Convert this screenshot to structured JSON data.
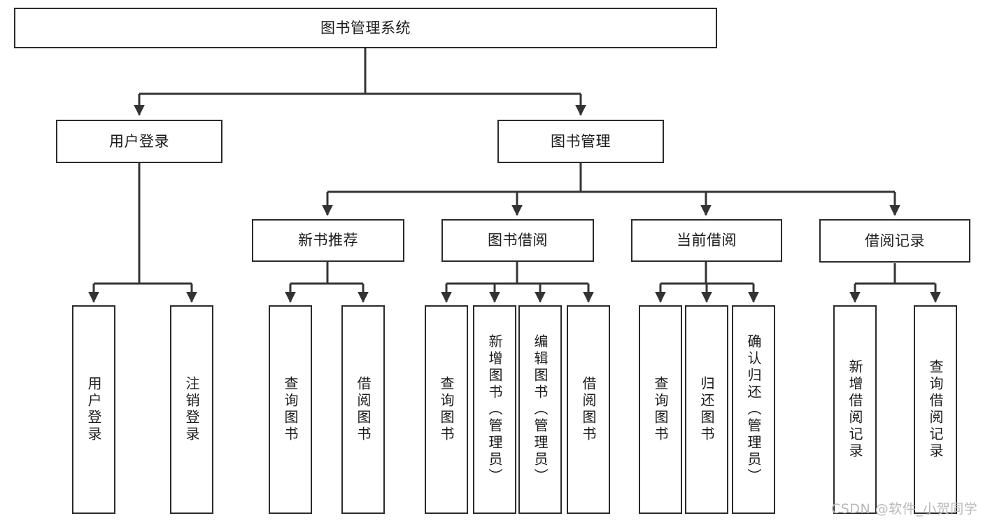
{
  "diagram": {
    "type": "tree-hierarchy-diagram",
    "title": "图书管理系统",
    "watermark": "CSDN @软件_小贺同学",
    "colors": {
      "box_border": "#2b2b2b",
      "box_fill": "#ffffff",
      "connector": "#333333",
      "text": "#1b1b1b",
      "watermark": "#b9b9b9",
      "background": "#ffffff"
    },
    "root": {
      "label": "图书管理系统",
      "orientation": "horizontal"
    },
    "level2": [
      {
        "label": "用户登录",
        "orientation": "horizontal"
      },
      {
        "label": "图书管理",
        "orientation": "horizontal"
      }
    ],
    "level3": [
      {
        "label": "新书推荐",
        "orientation": "horizontal"
      },
      {
        "label": "图书借阅",
        "orientation": "horizontal"
      },
      {
        "label": "当前借阅",
        "orientation": "horizontal"
      },
      {
        "label": "借阅记录",
        "orientation": "horizontal"
      }
    ],
    "leaves": {
      "user_login": [
        {
          "label": "用户登录",
          "orientation": "vertical"
        },
        {
          "label": "注销登录",
          "orientation": "vertical"
        }
      ],
      "new_book_recommend": [
        {
          "label": "查询图书",
          "orientation": "vertical"
        },
        {
          "label": "借阅图书",
          "orientation": "vertical"
        }
      ],
      "book_borrow": [
        {
          "label": "查询图书",
          "orientation": "vertical"
        },
        {
          "label": "新增图书（管理员）",
          "orientation": "vertical"
        },
        {
          "label": "编辑图书（管理员）",
          "orientation": "vertical"
        },
        {
          "label": "借阅图书",
          "orientation": "vertical"
        }
      ],
      "current_borrow": [
        {
          "label": "查询图书",
          "orientation": "vertical"
        },
        {
          "label": "归还图书",
          "orientation": "vertical"
        },
        {
          "label": "确认归还（管理员）",
          "orientation": "vertical"
        }
      ],
      "borrow_record": [
        {
          "label": "新增借阅记录",
          "orientation": "vertical"
        },
        {
          "label": "查询借阅记录",
          "orientation": "vertical"
        }
      ]
    }
  }
}
